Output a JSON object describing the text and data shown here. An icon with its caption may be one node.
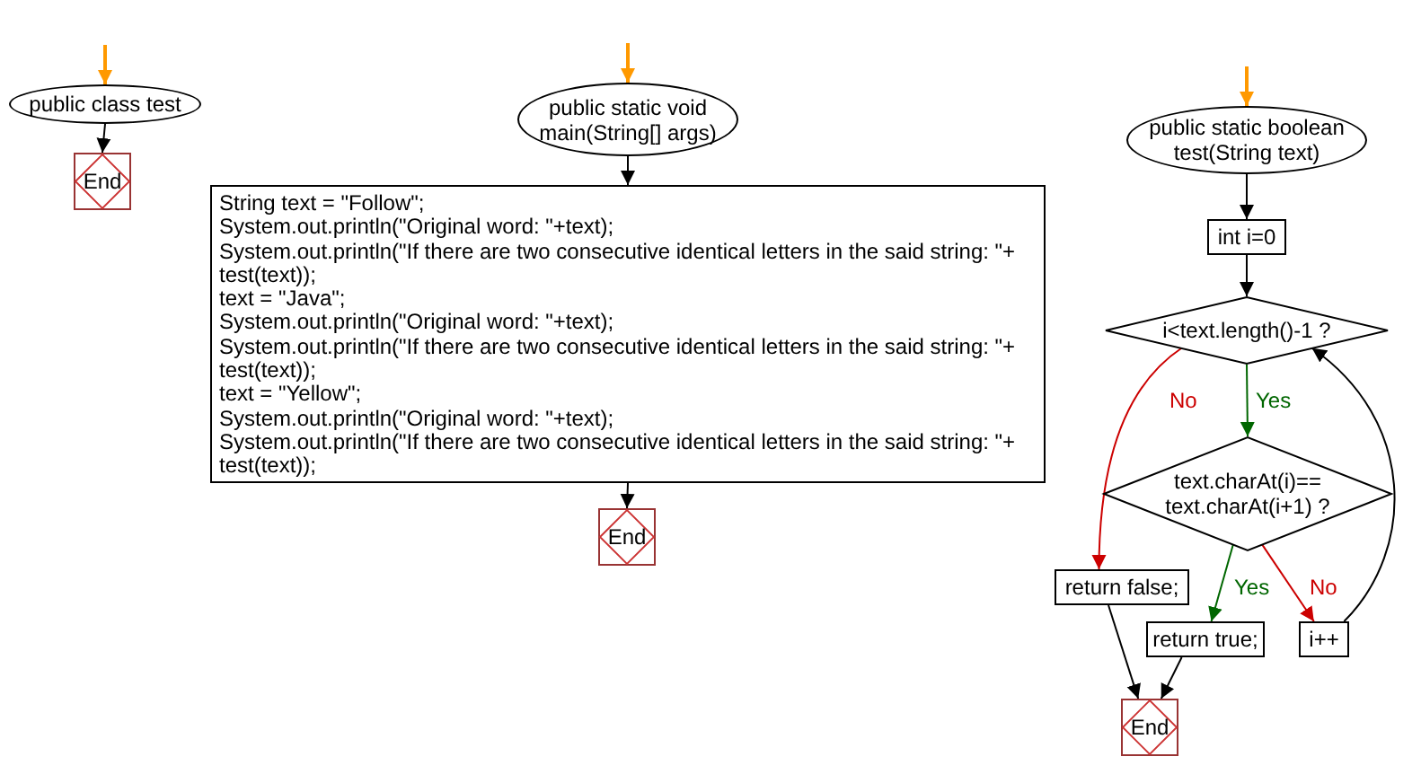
{
  "diagram": {
    "nodes": [
      {
        "text": [
          "public class test"
        ]
      },
      {
        "text": [
          "End"
        ]
      },
      {
        "text": [
          "public static void main(String[] args)"
        ]
      },
      {
        "text": [
          "String text = \"Follow\";",
          "System.out.println(\"Original word: \"+text);",
          "System.out.println(\"If there are two consecutive identical letters in the said string: \"+ test(text));",
          "text = \"Java\";",
          "System.out.println(\"Original word: \"+text);",
          "System.out.println(\"If there are two consecutive identical letters in the said string: \"+ test(text));",
          "text = \"Yellow\";",
          "System.out.println(\"Original word: \"+text);",
          "System.out.println(\"If there are two consecutive identical letters in the said string: \"+ test(text));"
        ]
      },
      {
        "text": [
          "End"
        ]
      },
      {
        "text": [
          "public static boolean test(String text)"
        ]
      },
      {
        "text": [
          "int i=0"
        ]
      },
      {
        "text": [
          "i<text.length()-1 ?"
        ]
      },
      {
        "text": [
          "text.charAt(i)== text.charAt(i+1) ?"
        ]
      },
      {
        "text": [
          "return false;"
        ]
      },
      {
        "text": [
          "return true;"
        ]
      },
      {
        "text": [
          "i++"
        ]
      },
      {
        "text": [
          "End"
        ]
      }
    ],
    "edges": [
      {
        "from": null,
        "to": 0,
        "arrow": "to",
        "color": "#ff9900"
      },
      {
        "from": 0,
        "to": 1,
        "arrow": "to"
      },
      {
        "from": null,
        "to": 2,
        "arrow": "to",
        "color": "#ff9900"
      },
      {
        "from": 2,
        "to": 3,
        "arrow": "to"
      },
      {
        "from": 3,
        "to": 4,
        "arrow": "to"
      },
      {
        "from": null,
        "to": 5,
        "arrow": "to",
        "color": "#ff9900"
      },
      {
        "from": 5,
        "to": 6,
        "arrow": "to"
      },
      {
        "from": 6,
        "to": 7,
        "arrow": "to"
      },
      {
        "from": 7,
        "to": 9,
        "arrow": "to",
        "label": "No",
        "color": "#cc0000"
      },
      {
        "from": 7,
        "to": 8,
        "arrow": "to",
        "label": "Yes",
        "color": "#006600"
      },
      {
        "from": 8,
        "to": 10,
        "arrow": "to",
        "label": "Yes",
        "color": "#006600"
      },
      {
        "from": 8,
        "to": 11,
        "arrow": "to",
        "label": "No",
        "color": "#cc0000"
      },
      {
        "from": 11,
        "to": 7,
        "arrow": "to"
      },
      {
        "from": 9,
        "to": 12,
        "arrow": "to"
      },
      {
        "from": 10,
        "to": 12,
        "arrow": "to"
      }
    ]
  }
}
